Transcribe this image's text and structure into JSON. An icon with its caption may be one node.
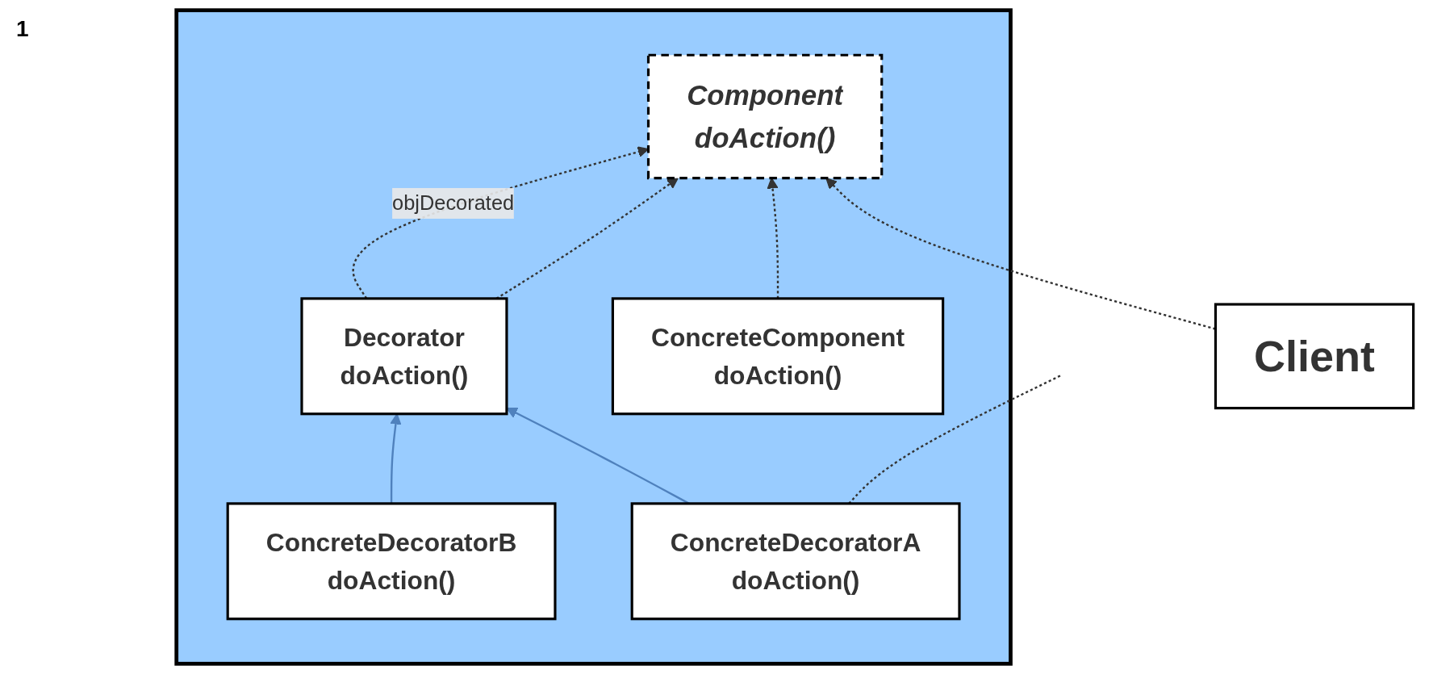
{
  "diagram": {
    "nodes": [
      {
        "text": [
          "Client"
        ]
      },
      {
        "text": [],
        "shape": "box"
      },
      {
        "text": [
          "Component",
          "doAction()"
        ],
        "in": 1
      },
      {
        "text": [
          "ConcreteComponent",
          "doAction()"
        ],
        "in": 1
      },
      {
        "text": [
          "Decorator",
          "doAction()"
        ],
        "in": 1
      },
      {
        "text": [
          "ConcreteDecoratorA",
          "doAction()"
        ],
        "in": 1
      },
      {
        "text": [
          "ConcreteDecoratorB",
          "doAction()"
        ],
        "in": 1
      }
    ],
    "edges": [
      {
        "from": 0,
        "to": 2,
        "arrow": "to",
        "style": "dashed"
      },
      {
        "from": 3,
        "to": 2,
        "arrow": "to",
        "style": "dashed"
      },
      {
        "from": 4,
        "to": 2,
        "arrow": "to",
        "style": "dashed"
      },
      {
        "from": 4,
        "to": 2,
        "arrow": "to",
        "style": "dashed",
        "label": "objDecorated"
      },
      {
        "from": 5,
        "to": 4,
        "arrow": "to",
        "color": "#4f81bd"
      },
      {
        "from": 6,
        "to": 4,
        "arrow": "to",
        "color": "#4f81bd"
      },
      {
        "from": 5,
        "to": null,
        "arrow": "none",
        "style": "dashed"
      }
    ],
    "labels": [
      "1"
    ]
  }
}
